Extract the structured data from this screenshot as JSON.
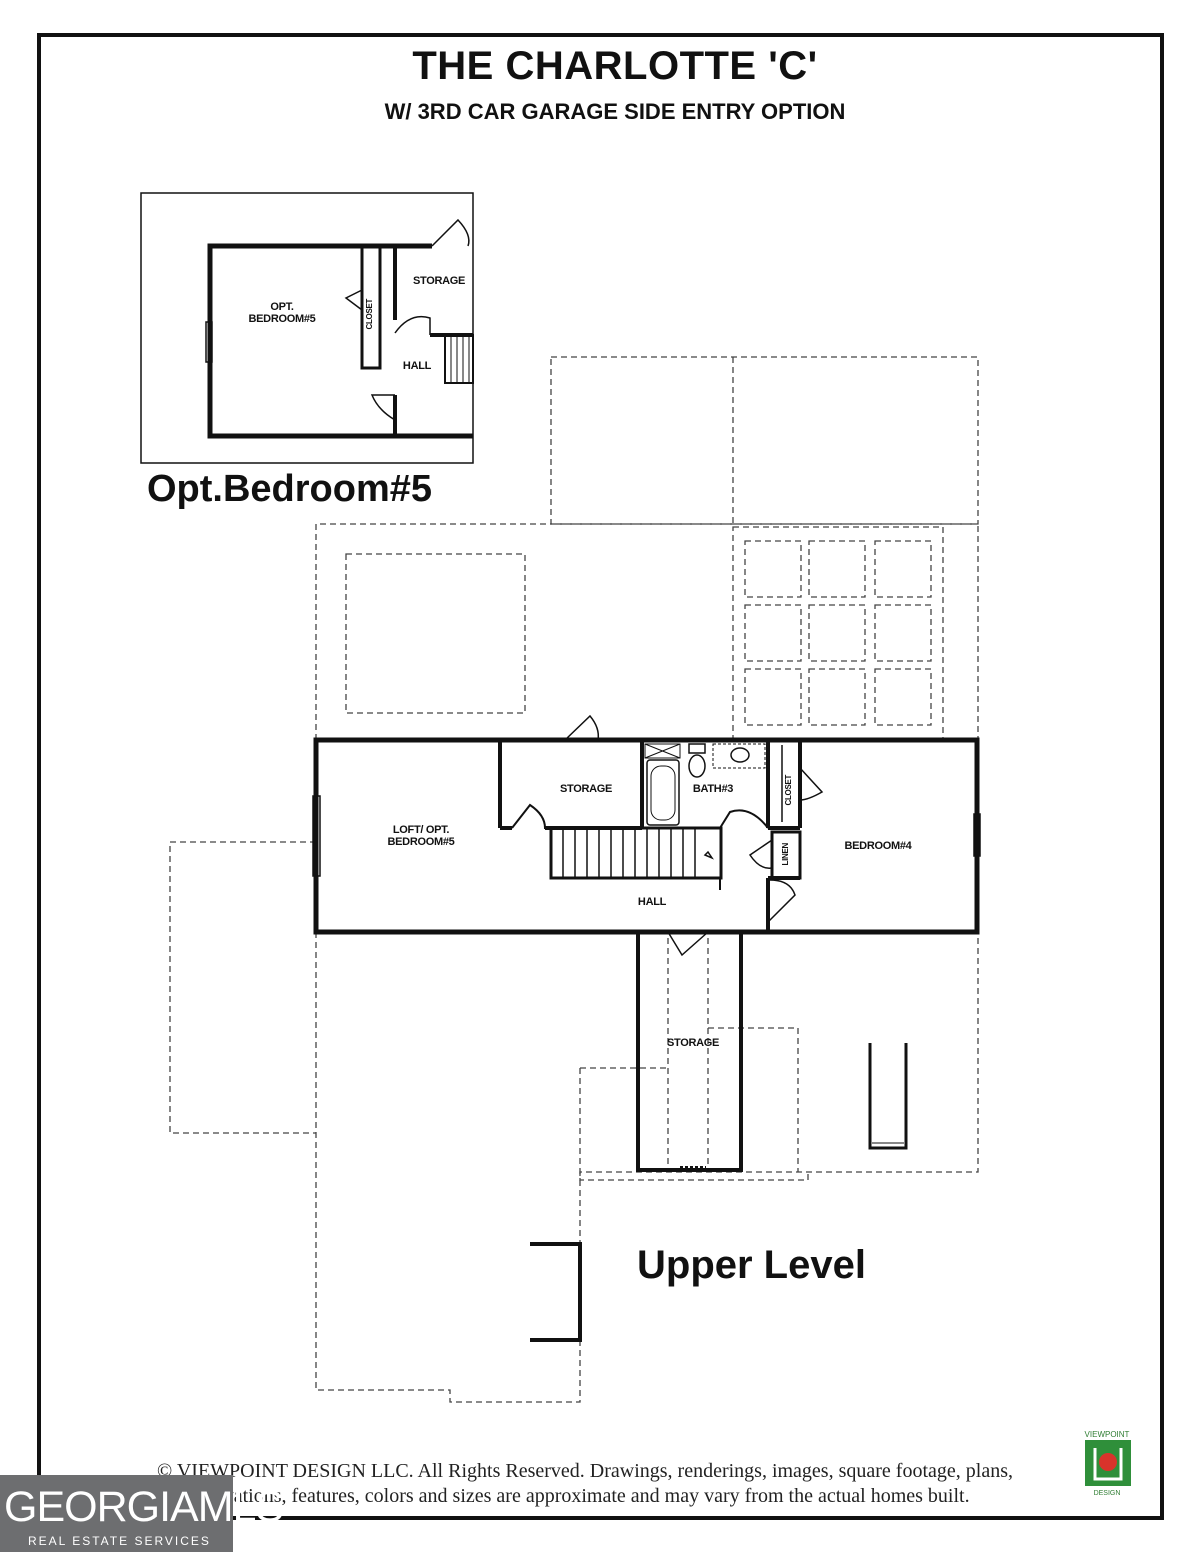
{
  "header": {
    "title": "THE CHARLOTTE 'C'",
    "subtitle": "W/ 3RD CAR GARAGE SIDE ENTRY OPTION"
  },
  "inset": {
    "caption": "Opt.Bedroom#5",
    "rooms": {
      "bedroom": "OPT.\nBEDROOM#5",
      "closet": "CLOSET",
      "storage": "STORAGE",
      "hall": "HALL"
    }
  },
  "plan": {
    "level_label": "Upper Level",
    "rooms": {
      "loft": "LOFT/ OPT.\nBEDROOM#5",
      "storage_upper": "STORAGE",
      "bath": "BATH#3",
      "closet": "CLOSET",
      "linen": "LINEN",
      "bedroom4": "BEDROOM#4",
      "hall": "HALL",
      "storage_lower": "STORAGE"
    }
  },
  "footer": {
    "copyright_line1": "© VIEWPOINT DESIGN LLC. All Rights Reserved. Drawings, renderings, images, square footage, plans,",
    "copyright_line2": "elevations, features, colors and sizes are approximate and may vary from the actual homes built."
  },
  "watermark": {
    "text": "GEORGIAMLS",
    "subtext": "REAL ESTATE SERVICES"
  },
  "logo": {
    "top_text": "VIEWPOINT",
    "bottom_text": "DESIGN",
    "colors": {
      "green": "#2f8f3a",
      "red": "#d9332b"
    }
  }
}
